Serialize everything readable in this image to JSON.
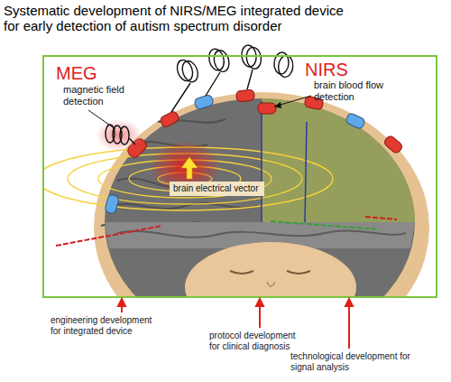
{
  "diagram": {
    "title": "Systematic development of NIRS/MEG integrated device for early detection of autism spectrum disorder",
    "nodes": [
      {
        "text": [
          "brain electrical vector"
        ]
      }
    ],
    "labels": [
      "MEG",
      "magnetic field detection",
      "NIRS",
      "brain blood flow detection",
      "engineering development for integrated device",
      "protocol development for clinical diagnosis",
      "technological development for signal analysis"
    ]
  }
}
